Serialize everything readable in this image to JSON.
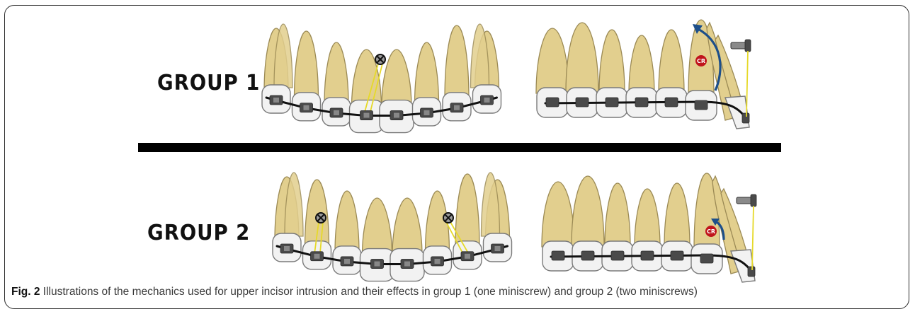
{
  "groups": {
    "group1_label": "GROUP 1",
    "group2_label": "GROUP 2"
  },
  "annotations": {
    "cr_label": "CR"
  },
  "caption": {
    "prefix": "Fig. 2",
    "text": " Illustrations of the mechanics used for upper incisor intrusion and their effects in group 1 (one miniscrew) and group 2 (two miniscrews)"
  },
  "colors": {
    "tooth_root": "#e2cf8e",
    "crown": "#f2f2f2",
    "ligature": "#e6d92a",
    "arrow": "#1d4f8a",
    "center_of_resistance": "#c0141c"
  },
  "icons": {
    "miniscrew": "circled-x-icon",
    "center_of_resistance": "cr-dot-icon",
    "rotation_arrow": "curved-arrow-icon"
  }
}
